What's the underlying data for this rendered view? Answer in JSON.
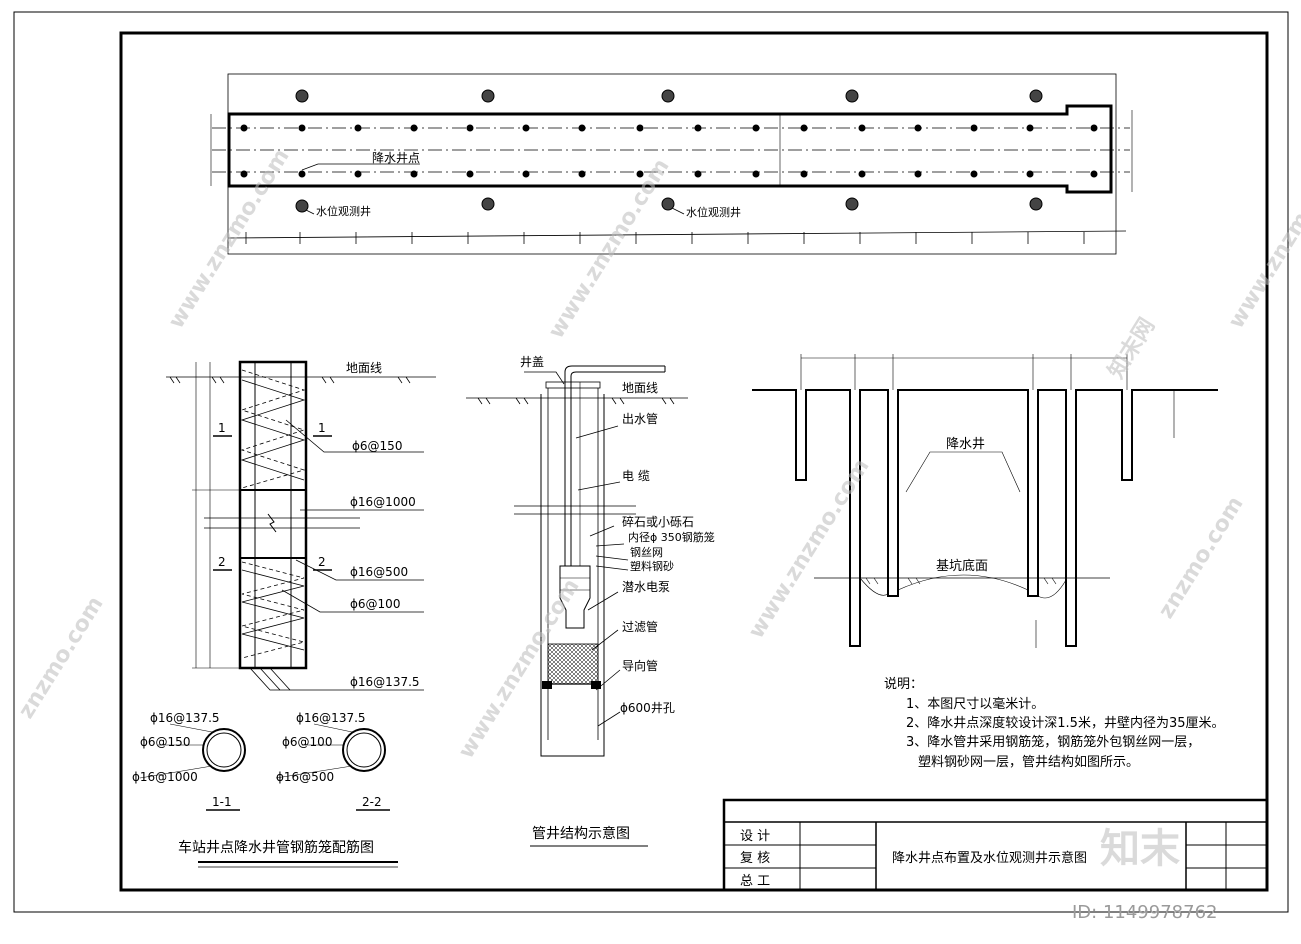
{
  "plan": {
    "label_dewatering_point": "降水井点",
    "label_observation_well_a": "水位观测井",
    "label_observation_well_b": "水位观测井"
  },
  "cage": {
    "ground_line": "地面线",
    "tag_1": "1",
    "tag_2": "2",
    "rebar_phi6_150": "ϕ6@150",
    "rebar_phi16_1000": "ϕ16@1000",
    "rebar_phi16_500": "ϕ16@500",
    "rebar_phi6_100": "ϕ6@100",
    "rebar_phi16_137": "ϕ16@137.5",
    "sec1_a": "ϕ16@137.5",
    "sec1_b": "ϕ6@150",
    "sec1_c": "ϕ16@1000",
    "sec1_title": "1-1",
    "sec2_a": "ϕ16@137.5",
    "sec2_b": "ϕ6@100",
    "sec2_c": "ϕ16@500",
    "sec2_title": "2-2",
    "title": "车站井点降水井管钢筋笼配筋图"
  },
  "well": {
    "cap": "井盖",
    "ground_line": "地面线",
    "outlet_pipe": "出水管",
    "cable": "电 缆",
    "gravel": "碎石或小砾石",
    "cage": "内径ϕ 350钢筋笼",
    "steel_mesh": "钢丝网",
    "plastic_sand": "塑料钢砂",
    "pump": "潜水电泵",
    "filter": "过滤管",
    "guide": "导向管",
    "hole": "ϕ600井孔",
    "title": "管井结构示意图"
  },
  "pit": {
    "well_label": "降水井",
    "bottom_label": "基坑底面"
  },
  "notes": {
    "heading": "说明：",
    "line1": "1、本图尺寸以毫米计。",
    "line2": "2、降水井点深度较设计深1.5米，井壁内径为35厘米。",
    "line3": "3、降水管井采用钢筋笼，钢筋笼外包钢丝网一层，",
    "line4": "塑料钢砂网一层，管井结构如图所示。"
  },
  "title_block": {
    "design": "设 计",
    "review": "复 核",
    "chief": "总 工",
    "drawing_title": "降水井点布置及水位观测井示意图"
  },
  "watermark": {
    "brand_cn": "知末",
    "site": "www.znzmo.com",
    "site_short": "znzmo.com",
    "brand_short": "知末网",
    "id": "ID: 1149978762"
  }
}
